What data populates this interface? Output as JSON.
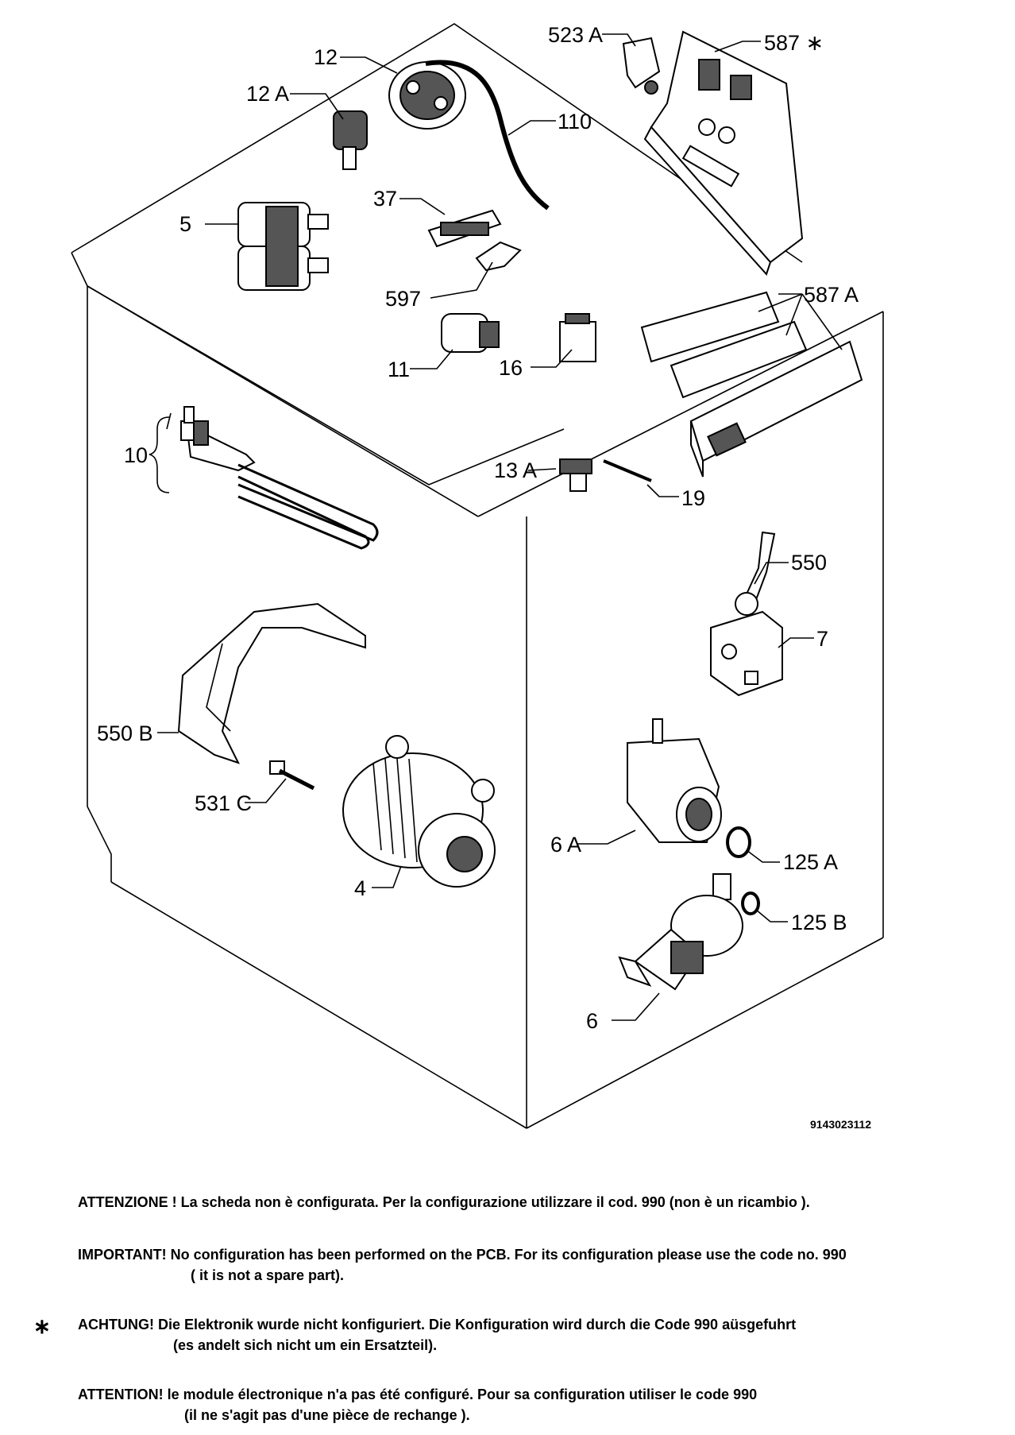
{
  "callouts": {
    "c12": "12",
    "c12a": "12 A",
    "c110": "110",
    "c523a": "523 A",
    "c587s": "587 ∗",
    "c37": "37",
    "c5": "5",
    "c597": "597",
    "c587a": "587 A",
    "c11": "11",
    "c16": "16",
    "c10": "10",
    "c13a": "13 A",
    "c19": "19",
    "c550": "550",
    "c7": "7",
    "c550b": "550 B",
    "c531c": "531 C",
    "c6a": "6 A",
    "c125a": "125 A",
    "c4": "4",
    "c125b": "125 B",
    "c6": "6"
  },
  "doc_number": "9143023112",
  "asterisk": "∗",
  "notes": {
    "it": "ATTENZIONE ! La scheda non è  configurata. Per la configurazione utilizzare il cod. 990 (non è un ricambio ).",
    "en_1": "IMPORTANT! No configuration has been performed on the PCB. For its configuration please use the code no. 990",
    "en_2": "( it is not a spare part).",
    "de_1": "ACHTUNG! Die Elektronik wurde nicht konfiguriert. Die Konfiguration wird durch die Code 990 aüsgefuhrt",
    "de_2": "(es andelt sich nicht um ein Ersatzteil).",
    "fr_1": "ATTENTION! le module électronique n'a pas été configuré. Pour  sa configuration utiliser le code 990",
    "fr_2": "(il ne s'agit pas d'une pièce de rechange )."
  }
}
